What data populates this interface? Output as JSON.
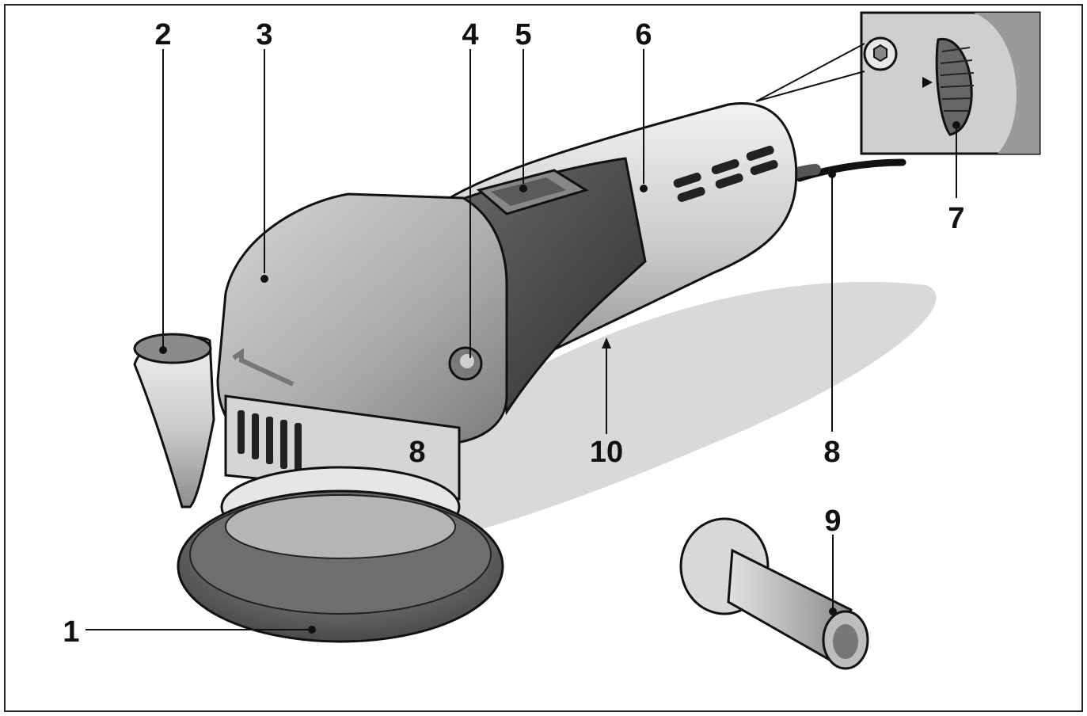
{
  "diagram": {
    "callouts": [
      {
        "id": "c1",
        "text": "1"
      },
      {
        "id": "c2",
        "text": "2"
      },
      {
        "id": "c3",
        "text": "3"
      },
      {
        "id": "c4",
        "text": "4"
      },
      {
        "id": "c5",
        "text": "5"
      },
      {
        "id": "c6",
        "text": "6"
      },
      {
        "id": "c7",
        "text": "7"
      },
      {
        "id": "c8a",
        "text": "8"
      },
      {
        "id": "c8b",
        "text": "8"
      },
      {
        "id": "c9",
        "text": "9"
      },
      {
        "id": "c10",
        "text": "10"
      }
    ]
  }
}
